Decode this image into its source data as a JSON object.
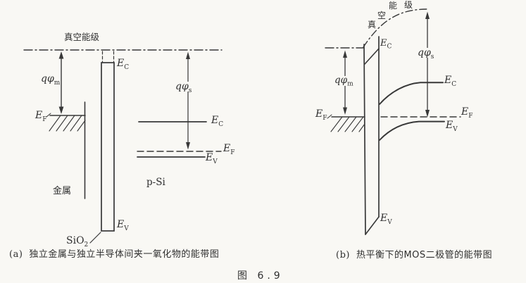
{
  "figure_number": "图 6.9",
  "symbols": {
    "E": "E",
    "sub_C": "C",
    "sub_V": "V",
    "sub_F": "F",
    "q_phi": "qφ",
    "sub_m": "m",
    "sub_s": "s",
    "oxide_base": "SiO",
    "oxide_sub": "2"
  },
  "panel_a": {
    "caption_index": "(a)",
    "caption_text": "独立金属与独立半导体间夹一氧化物的能带图",
    "vacuum_level_label": "真空能级",
    "metal_label": "金属",
    "semiconductor_label": "p-Si"
  },
  "panel_b": {
    "caption_index": "(b)",
    "caption_text": "热平衡下的MOS二极管的能带图",
    "vacuum_level_chars": [
      "真",
      "空",
      "能",
      "级"
    ]
  },
  "colors": {
    "paper": "#f9f8f4",
    "ink": "#383838"
  }
}
